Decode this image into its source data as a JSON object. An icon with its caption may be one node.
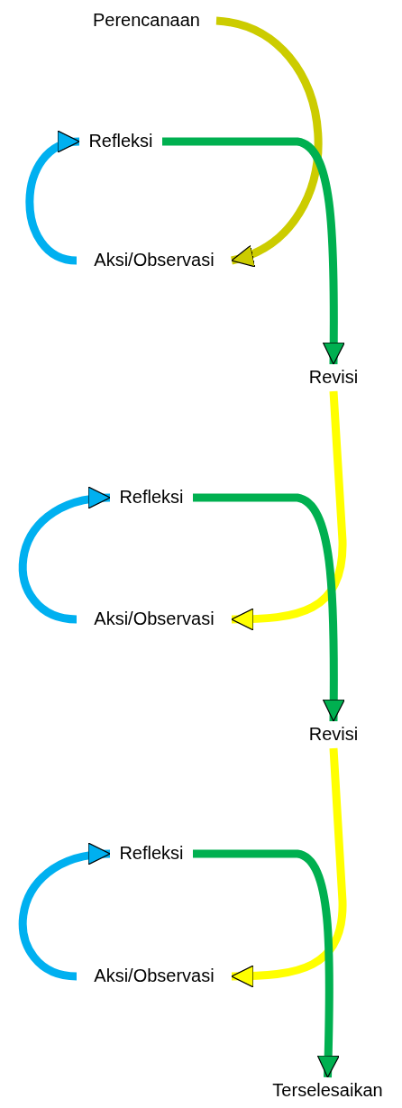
{
  "diagram": {
    "nodes": [
      {
        "text": [
          "Perencanaan"
        ]
      },
      {
        "text": [
          "Refleksi"
        ]
      },
      {
        "text": [
          "Aksi/Observasi"
        ]
      },
      {
        "text": [
          "Revisi"
        ]
      },
      {
        "text": [
          "Refleksi"
        ]
      },
      {
        "text": [
          "Aksi/Observasi"
        ]
      },
      {
        "text": [
          "Revisi"
        ]
      },
      {
        "text": [
          "Refleksi"
        ]
      },
      {
        "text": [
          "Aksi/Observasi"
        ]
      },
      {
        "text": [
          "Terselesaikan"
        ]
      }
    ],
    "edges": [
      {
        "from": 0,
        "to": 2,
        "arrow": "to",
        "color": "#cccc00"
      },
      {
        "from": 2,
        "to": 1,
        "arrow": "to",
        "color": "#00b0f0"
      },
      {
        "from": 1,
        "to": 3,
        "arrow": "to",
        "color": "#00b050"
      },
      {
        "from": 3,
        "to": 5,
        "arrow": "to",
        "color": "#ffff00"
      },
      {
        "from": 5,
        "to": 4,
        "arrow": "to",
        "color": "#00b0f0"
      },
      {
        "from": 4,
        "to": 6,
        "arrow": "to",
        "color": "#00b050"
      },
      {
        "from": 6,
        "to": 8,
        "arrow": "to",
        "color": "#ffff00"
      },
      {
        "from": 8,
        "to": 7,
        "arrow": "to",
        "color": "#00b0f0"
      },
      {
        "from": 7,
        "to": 9,
        "arrow": "to",
        "color": "#00b050"
      }
    ]
  }
}
